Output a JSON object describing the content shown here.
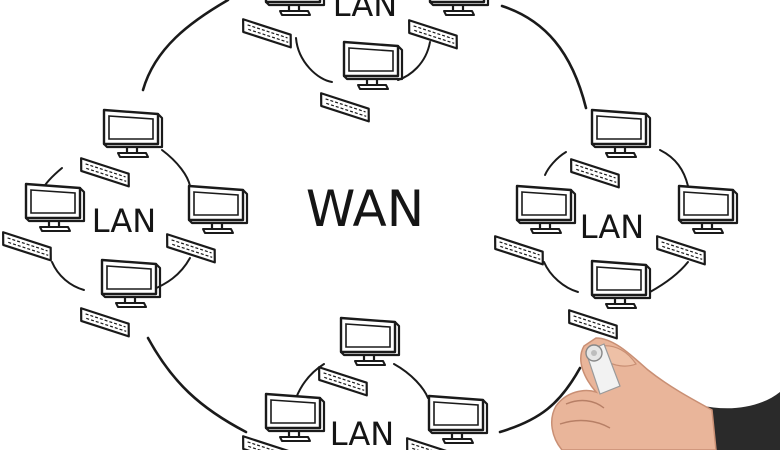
{
  "diagram": {
    "center_label": "WAN",
    "networks": [
      {
        "label": "LAN"
      },
      {
        "label": "LAN"
      },
      {
        "label": "LAN"
      },
      {
        "label": "LAN"
      }
    ]
  },
  "colors": {
    "background": "#ffffff",
    "ink": "#1a1a1a",
    "skin": "#e9b59a",
    "marker_cap": "#f2f2f2",
    "sleeve": "#2a2a2a"
  },
  "icons": [
    "computer-icon",
    "keyboard-icon",
    "marker-icon",
    "hand"
  ]
}
